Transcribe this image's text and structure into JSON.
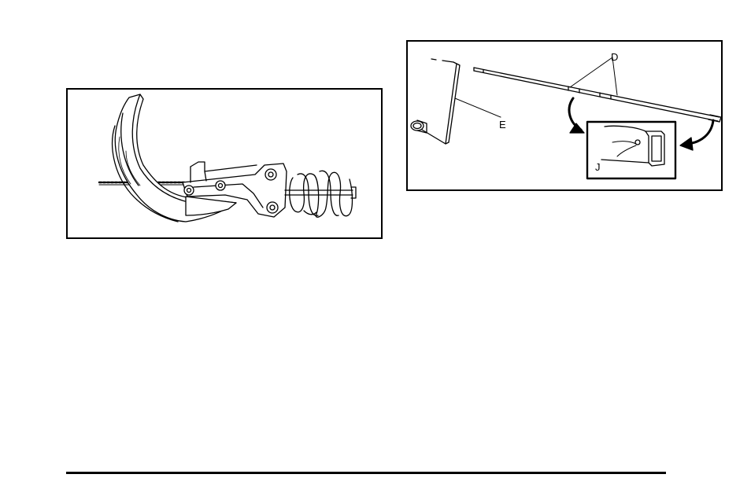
{
  "figures": [
    {
      "callouts": []
    },
    {
      "callouts": {
        "d": "D",
        "e": "E",
        "j": "J"
      }
    }
  ]
}
